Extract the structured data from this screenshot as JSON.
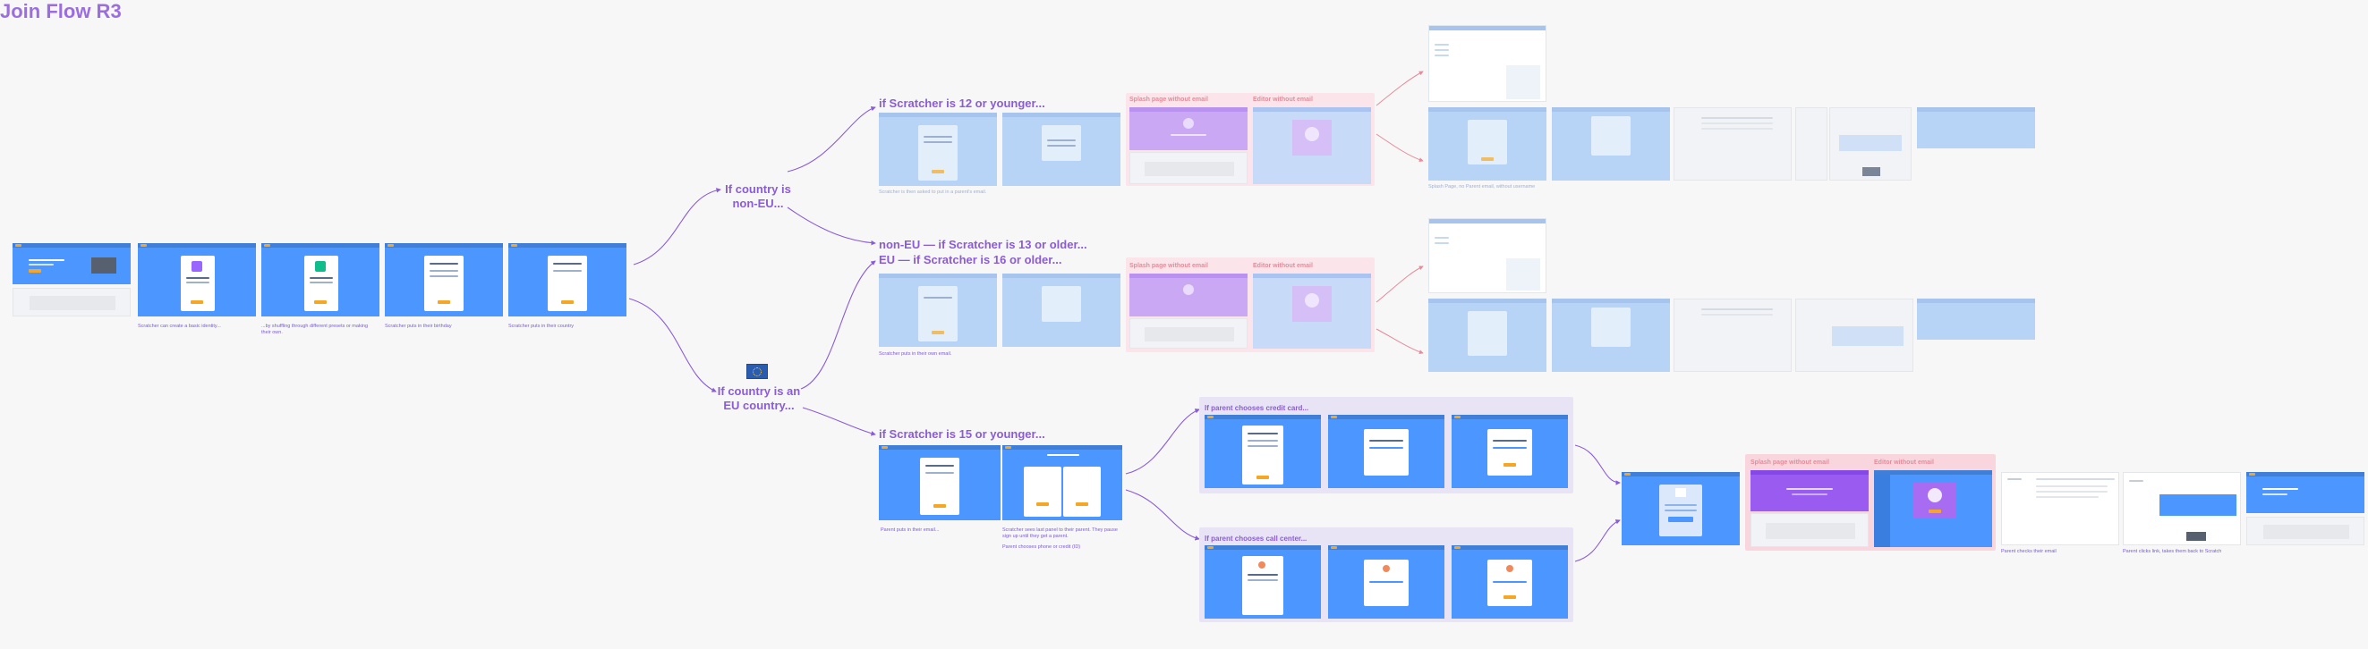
{
  "page_title": "Join Flow R3",
  "decisions": {
    "non_eu": "If country is non-EU...",
    "eu": "If country is an EU country..."
  },
  "branches": {
    "under_12": "if Scratcher is 12 or younger...",
    "older_noneu": "non-EU — if Scratcher is 13 or older...",
    "older_eu": "EU — if Scratcher is 16 or older...",
    "under_15": "if Scratcher is 15 or younger...",
    "credit_card": "If parent chooses credit card...",
    "call_center": "If parent chooses call center..."
  },
  "sub_labels": {
    "splash_without_email": "Splash page without email",
    "editor_without_email": "Editor without email"
  },
  "captions": {
    "basic_identity": "Scratcher can create a basic identity...",
    "shuffling": "...by shuffling through different presets or making their own.",
    "birthday": "Scratcher puts in their birthday",
    "country": "Scratcher puts in their country",
    "parent_email_note": "Scratcher is then asked to put in a parent's email.",
    "own_email": "Scratcher puts in their own email.",
    "splash_note": "Splash Page, no Parent email, without username",
    "parent_email": "Parent puts in their email...",
    "sees_parent": "Scratcher sees last panel to their parent. They pause sign up until they get a parent.",
    "parent_chooses": "Parent chooses phone or credit (ID)",
    "parent_checks": "Parent checks their email",
    "parent_clicks": "Parent clicks link, takes them back to Scratch"
  },
  "colors": {
    "accent": "#9b6ee0",
    "primary_blue": "#4c97ff",
    "light_blue": "#b7d3f6",
    "highlight_pink": "#e58b9a",
    "button_orange": "#f5a623"
  }
}
